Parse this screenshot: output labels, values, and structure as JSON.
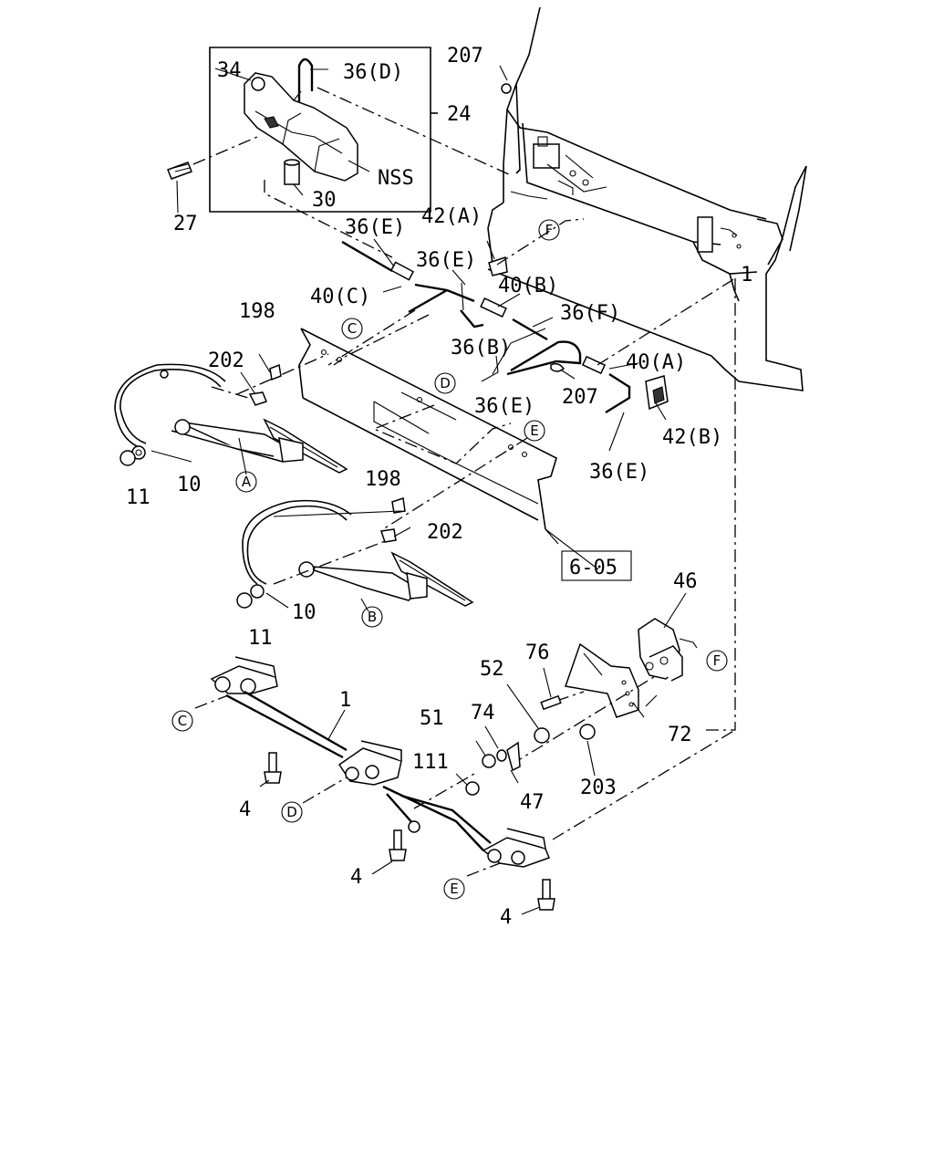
{
  "diagram": {
    "labels": {
      "p34": "34",
      "p36d": "36(D)",
      "p24": "24",
      "p207a": "207",
      "pnss": "NSS",
      "p27": "27",
      "p30": "30",
      "p36e1": "36(E)",
      "p42a": "42(A)",
      "p36e2": "36(E)",
      "p40c": "40(C)",
      "p40b": "40(B)",
      "p198a": "198",
      "p36f": "36(F)",
      "p36b": "36(B)",
      "p202a": "202",
      "p40a": "40(A)",
      "p207b": "207",
      "p36e3": "36(E)",
      "p42b": "42(B)",
      "p11a": "11",
      "p10a": "10",
      "p36e4": "36(E)",
      "p198b": "198",
      "p202b": "202",
      "pref": "6-05",
      "p46": "46",
      "p11b": "11",
      "p10b": "10",
      "p76": "76",
      "p52": "52",
      "p1a": "1",
      "p1b": "1",
      "p51": "51",
      "p74": "74",
      "p72": "72",
      "p111": "111",
      "p4a": "4",
      "p47": "47",
      "p203": "203",
      "p4b": "4",
      "p4c": "4"
    },
    "markers": {
      "A": "A",
      "B": "B",
      "C": "C",
      "D": "D",
      "E": "E",
      "F": "F"
    }
  }
}
